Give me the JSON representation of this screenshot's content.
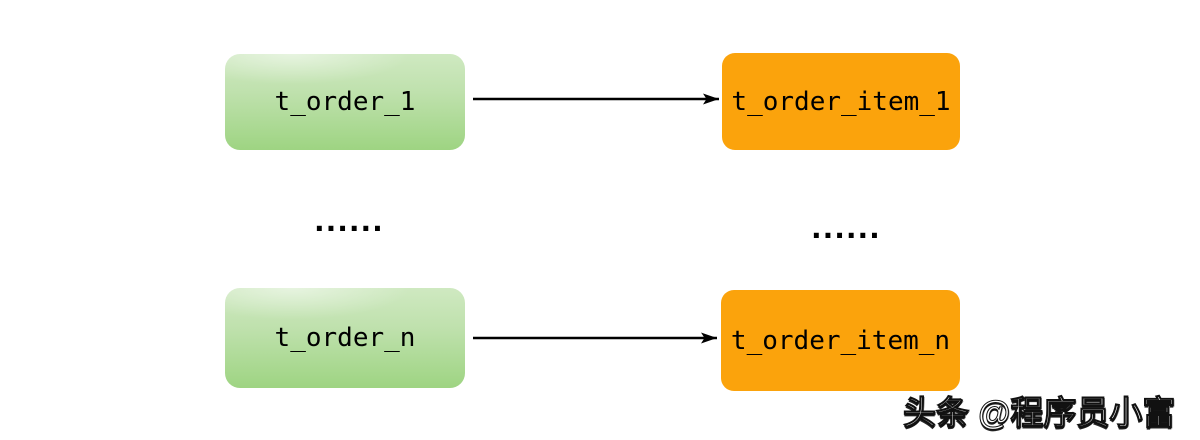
{
  "diagram": {
    "title_semantic": "order table sharding mapping",
    "rows": [
      {
        "source": {
          "label": "t_order_1"
        },
        "target": {
          "label": "t_order_item_1"
        }
      },
      {
        "source": {
          "label": "t_order_n"
        },
        "target": {
          "label": "t_order_item_n"
        }
      }
    ],
    "ellipsis": {
      "left": "......",
      "right": "......"
    },
    "colors": {
      "source_box_gradient_top": "#cfe9c1",
      "source_box_gradient_bottom": "#9ed482",
      "target_box": "#fba30c",
      "arrow": "#000000",
      "background": "#ffffff",
      "label_text": "#000000"
    },
    "watermark": {
      "text": "头条 @程序员小富"
    }
  }
}
